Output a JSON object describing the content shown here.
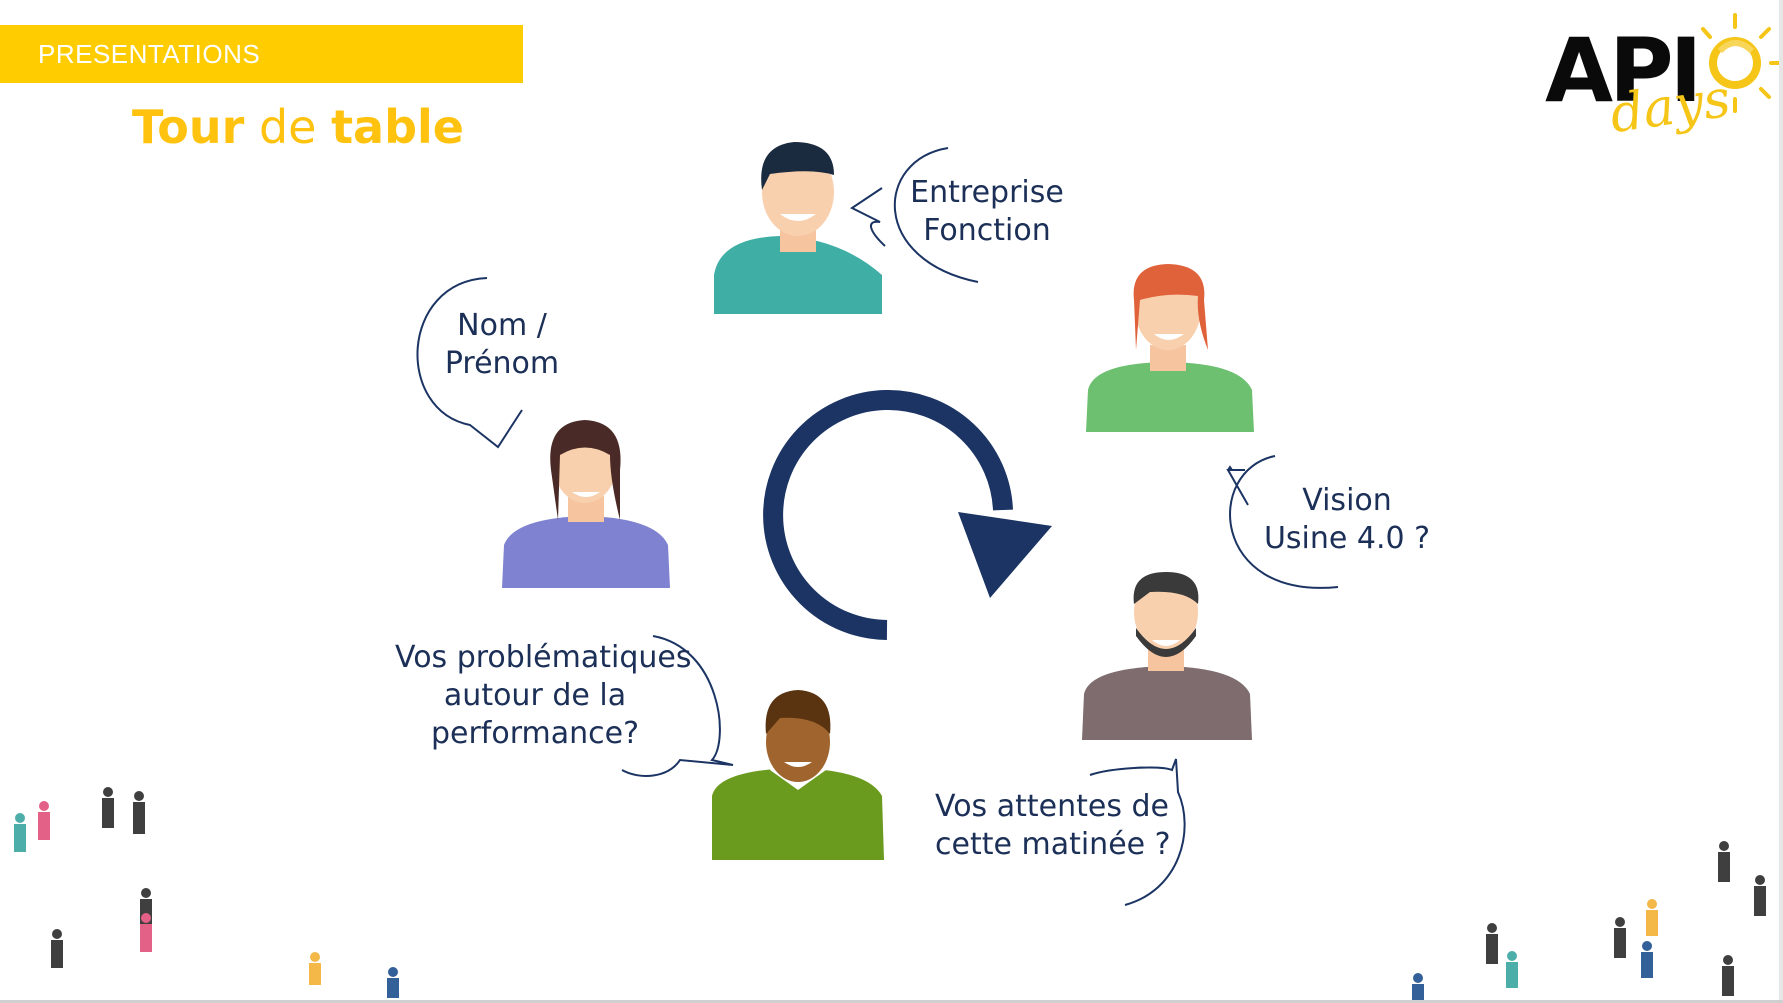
{
  "header": {
    "section_label": "PRESENTATIONS",
    "title_bold_1": "Tour",
    "title_thin": "de",
    "title_bold_2": "table"
  },
  "logo": {
    "text_api": "API",
    "text_days": "days"
  },
  "bubbles": {
    "entreprise": [
      "Entreprise",
      "Fonction"
    ],
    "nom": [
      "Nom /",
      "Prénom"
    ],
    "vision": [
      "Vision",
      "Usine 4.0 ?"
    ],
    "problematiques": [
      "Vos problématiques",
      "autour de la",
      "performance?"
    ],
    "attentes": [
      "Vos attentes de",
      "cette matinée ?"
    ]
  },
  "colors": {
    "banner": "#FFCC00",
    "title": "#FFC20E",
    "text": "#1B2F57",
    "arrow": "#1B3463"
  }
}
